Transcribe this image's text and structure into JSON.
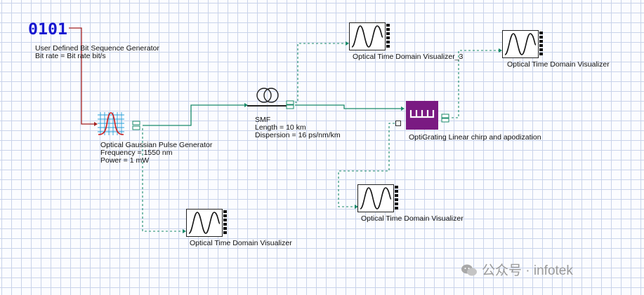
{
  "bit_generator": {
    "icon_text": "0101",
    "name": "User Defined Bit Sequence Generator",
    "param": "Bit rate = Bit rate  bit/s"
  },
  "pulse_generator": {
    "name": "Optical Gaussian Pulse Generator",
    "freq": "Frequency = 1550  nm",
    "power": "Power = 1  mW"
  },
  "smf": {
    "name": "SMF",
    "length": "Length = 10  km",
    "dispersion": "Dispersion = 16  ps/nm/km"
  },
  "grating": {
    "name": "OptiGrating Linear chirp and apodization"
  },
  "visualizers": {
    "vis_3": "Optical Time Domain Visualizer_3",
    "vis_top_right": "Optical Time Domain Visualizer",
    "vis_bottom_left": "Optical Time Domain Visualizer",
    "vis_bottom_mid": "Optical Time Domain Visualizer"
  },
  "watermark": {
    "text": "公众号 · infotek"
  },
  "colors": {
    "optical_wire": "#1a8a6a",
    "electrical_wire": "#a32020",
    "grid": "#c9d3ea",
    "bit_icon": "#1717d0",
    "grating_body": "#7a1a82"
  }
}
